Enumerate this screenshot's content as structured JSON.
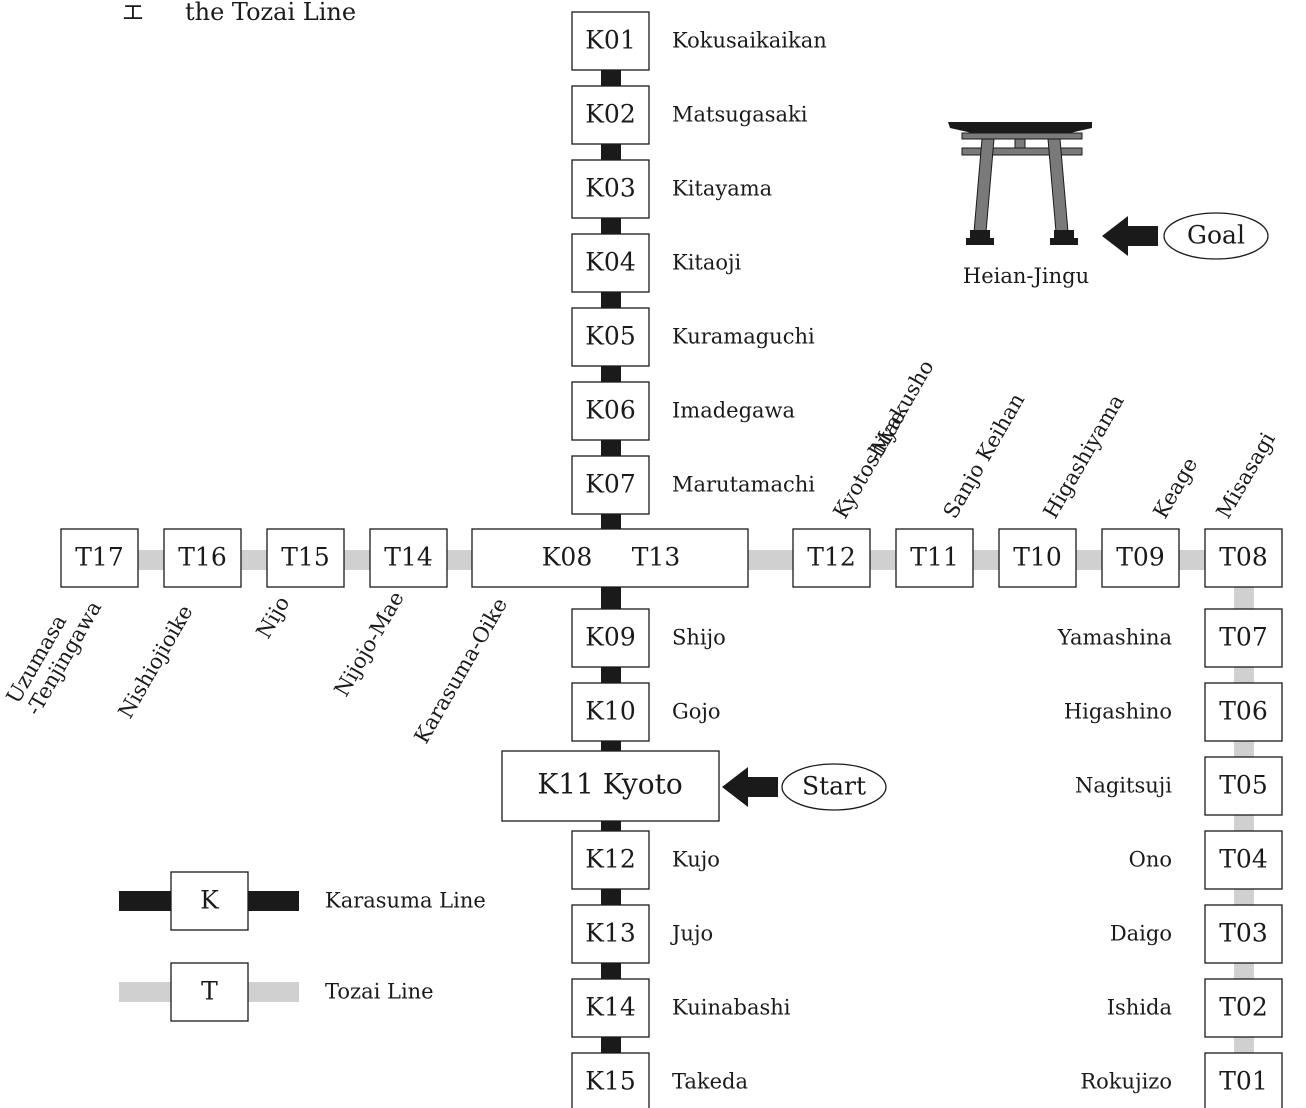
{
  "header": {
    "marker": "エ",
    "title": "the Tozai Line"
  },
  "colors": {
    "karasuma": "#1a1a1a",
    "tozai": "#d0d0d0",
    "torii": "#7a7a7a",
    "text": "#1a1a1a"
  },
  "karasuma_north": [
    {
      "code": "K01",
      "name": "Kokusaikaikan"
    },
    {
      "code": "K02",
      "name": "Matsugasaki"
    },
    {
      "code": "K03",
      "name": "Kitayama"
    },
    {
      "code": "K04",
      "name": "Kitaoji"
    },
    {
      "code": "K05",
      "name": "Kuramaguchi"
    },
    {
      "code": "K06",
      "name": "Imadegawa"
    },
    {
      "code": "K07",
      "name": "Marutamachi"
    }
  ],
  "interchange": {
    "k_code": "K08",
    "t_code": "T13",
    "name": "Karasuma-Oike"
  },
  "karasuma_south": [
    {
      "code": "K09",
      "name": "Shijo"
    },
    {
      "code": "K10",
      "name": "Gojo"
    },
    {
      "code": "K11 Kyoto",
      "name": ""
    },
    {
      "code": "K12",
      "name": "Kujo"
    },
    {
      "code": "K13",
      "name": "Jujo"
    },
    {
      "code": "K14",
      "name": "Kuinabashi"
    },
    {
      "code": "K15",
      "name": "Takeda"
    }
  ],
  "tozai_west": [
    {
      "code": "T17",
      "name": [
        "Uzumasa",
        "-Tenjingawa"
      ]
    },
    {
      "code": "T16",
      "name": [
        "Nishiojioike"
      ]
    },
    {
      "code": "T15",
      "name": [
        "Nijo"
      ]
    },
    {
      "code": "T14",
      "name": [
        "Nijojo-Mae"
      ]
    }
  ],
  "tozai_east": [
    {
      "code": "T12",
      "name": [
        "Kyotoshiyakusho",
        "-Mae"
      ]
    },
    {
      "code": "T11",
      "name": [
        "Sanjo Keihan"
      ]
    },
    {
      "code": "T10",
      "name": [
        "Higashiyama"
      ]
    },
    {
      "code": "T09",
      "name": [
        "Keage"
      ]
    },
    {
      "code": "T08",
      "name": [
        "Misasagi"
      ]
    }
  ],
  "tozai_south": [
    {
      "code": "T07",
      "name": "Yamashina"
    },
    {
      "code": "T06",
      "name": "Higashino"
    },
    {
      "code": "T05",
      "name": "Nagitsuji"
    },
    {
      "code": "T04",
      "name": "Ono"
    },
    {
      "code": "T03",
      "name": "Daigo"
    },
    {
      "code": "T02",
      "name": "Ishida"
    },
    {
      "code": "T01",
      "name": "Rokujizo"
    }
  ],
  "start": {
    "label": "Start"
  },
  "goal": {
    "label": "Goal",
    "landmark": "Heian-Jingu",
    "icon": "torii-gate-icon"
  },
  "legend": [
    {
      "code": "K",
      "name": "Karasuma Line",
      "line": "karasuma"
    },
    {
      "code": "T",
      "name": "Tozai Line",
      "line": "tozai"
    }
  ]
}
